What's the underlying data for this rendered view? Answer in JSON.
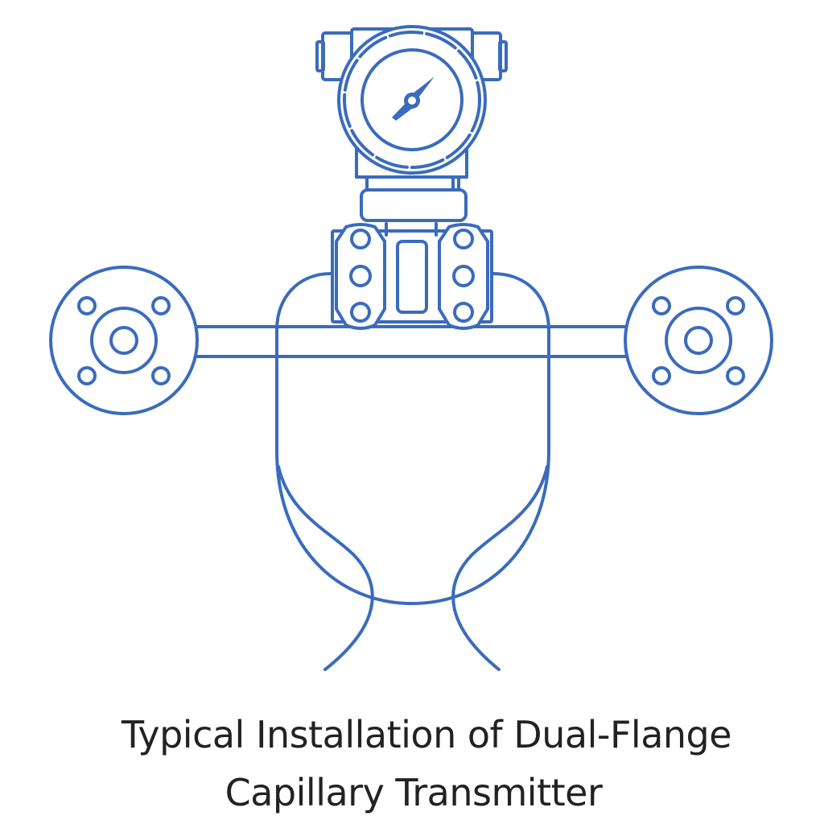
{
  "figure": {
    "title_line_1": "Typical Installation of Dual-Flange",
    "title_line_2": "Capillary Transmitter",
    "line_color": "#3a6bbd",
    "text_color": "#222222",
    "background": "#ffffff"
  },
  "components": {
    "transmitter_head": "pressure-gauge-housing",
    "gauge": "dial-with-needle",
    "electronics_neck": "neck-block",
    "sensor_body": "dual-bolted-capsule",
    "left_flange": "left-remote-seal-flange",
    "right_flange": "right-remote-seal-flange",
    "capillary_left": "left-capillary-tube",
    "capillary_right": "right-capillary-tube",
    "process_pipe": "horizontal-pipe"
  }
}
